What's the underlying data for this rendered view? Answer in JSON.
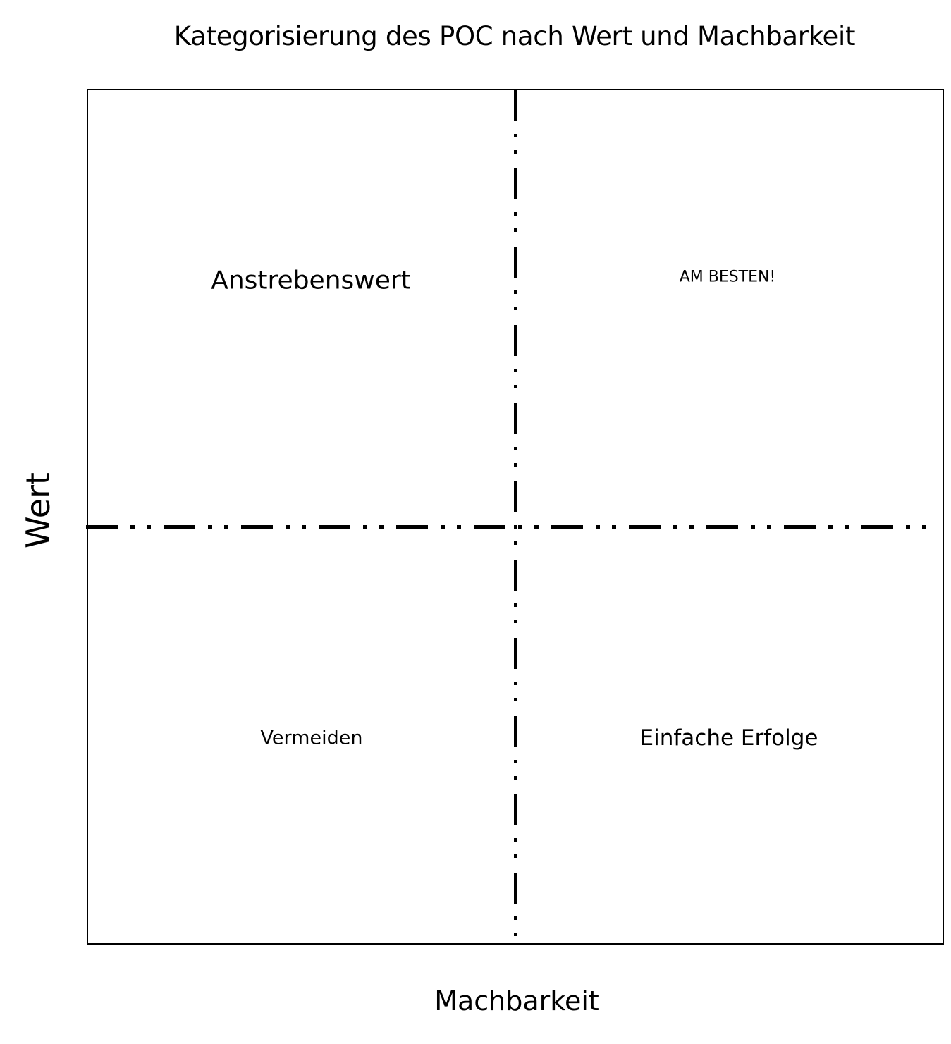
{
  "chart_data": {
    "type": "quadrant",
    "title": "Kategorisierung des POC nach Wert und Machbarkeit",
    "xlabel": "Machbarkeit",
    "ylabel": "Wert",
    "quadrants": [
      {
        "position": "top-left",
        "label": "Anstrebenswert"
      },
      {
        "position": "top-right",
        "label": "AM BESTEN!"
      },
      {
        "position": "bottom-left",
        "label": "Vermeiden"
      },
      {
        "position": "bottom-right",
        "label": "Einfache Erfolge"
      }
    ],
    "dividers": {
      "style": "dash-dot-dot",
      "color": "#000000"
    },
    "grid": false,
    "ticks": false
  },
  "diagram": {
    "title": "Kategorisierung des POC nach Wert und Machbarkeit",
    "x_axis_label": "Machbarkeit",
    "y_axis_label": "Wert",
    "quadrants": {
      "top_left": "Anstrebenswert",
      "top_right": "AM BESTEN!",
      "bottom_left": "Vermeiden",
      "bottom_right": "Einfache Erfolge"
    },
    "colors": {
      "line": "#000000",
      "background": "#ffffff"
    }
  }
}
